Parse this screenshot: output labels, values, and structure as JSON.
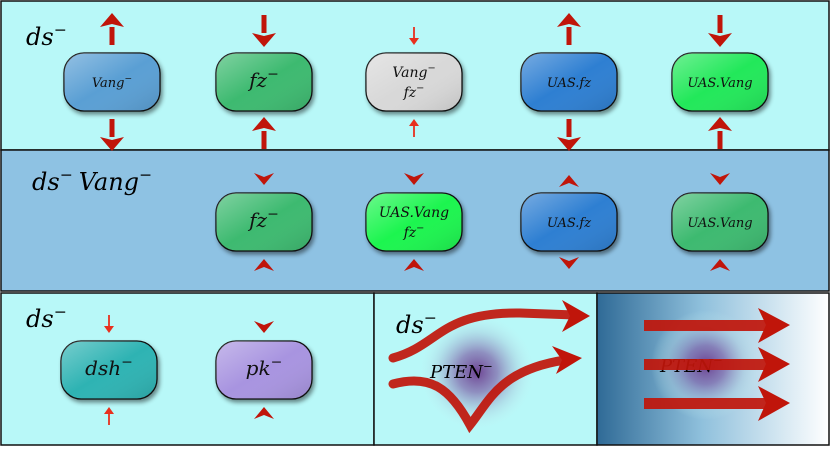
{
  "panels": {
    "top": {
      "label": "ds",
      "label_sup": "−",
      "cells": [
        {
          "line1": "Vang",
          "line1_sup": "−",
          "line2": "",
          "line2_sup": "",
          "fill": "#5a9fd4",
          "arrows": "out-big"
        },
        {
          "line1": "fz",
          "line1_sup": "−",
          "line2": "",
          "line2_sup": "",
          "fill": "#3dba6f",
          "arrows": "in-big"
        },
        {
          "line1": "Vang",
          "line1_sup": "−",
          "line2": "fz",
          "line2_sup": "−",
          "fill": "#d8d8d8",
          "arrows": "in-small"
        },
        {
          "line1": "UAS.fz",
          "line1_sup": "",
          "line2": "",
          "line2_sup": "",
          "fill": "#2f7fd2",
          "arrows": "out-big"
        },
        {
          "line1": "UAS.Vang",
          "line1_sup": "",
          "line2": "",
          "line2_sup": "",
          "fill": "#22e85a",
          "arrows": "in-big"
        }
      ]
    },
    "middle": {
      "label": "ds",
      "label_sup": "−",
      "label2": "Vang",
      "label2_sup": "−",
      "cells": [
        {
          "line1": "fz",
          "line1_sup": "−",
          "line2": "",
          "line2_sup": "",
          "fill": "#3dba6f",
          "arrows": "in-head"
        },
        {
          "line1": "UAS.Vang",
          "line1_sup": "",
          "line2": "fz",
          "line2_sup": "−",
          "fill": "#1cf550",
          "arrows": "in-head"
        },
        {
          "line1": "UAS.fz",
          "line1_sup": "",
          "line2": "",
          "line2_sup": "",
          "fill": "#2f7fd2",
          "arrows": "out-head"
        },
        {
          "line1": "UAS.Vang",
          "line1_sup": "",
          "line2": "",
          "line2_sup": "",
          "fill": "#3dba6f",
          "arrows": "in-head"
        }
      ]
    },
    "bottom_left": {
      "label": "ds",
      "label_sup": "−",
      "cells": [
        {
          "line1": "dsh",
          "line1_sup": "−",
          "fill": "#2fb3b3",
          "arrows": "in-small"
        },
        {
          "line1": "pk",
          "line1_sup": "−",
          "fill": "#a894e0",
          "arrows": "in-head"
        }
      ]
    },
    "bottom_mid": {
      "label": "ds",
      "label_sup": "−",
      "blob_label": "PTEN",
      "blob_sup": "−"
    },
    "bottom_right": {
      "blob_label": "PTEN",
      "blob_sup": "−"
    }
  },
  "colors": {
    "top_bg": "#b8f8f8",
    "middle_bg": "#8ec2e3",
    "arrow": "#c0150a",
    "arrow_thin": "#e8301e"
  }
}
